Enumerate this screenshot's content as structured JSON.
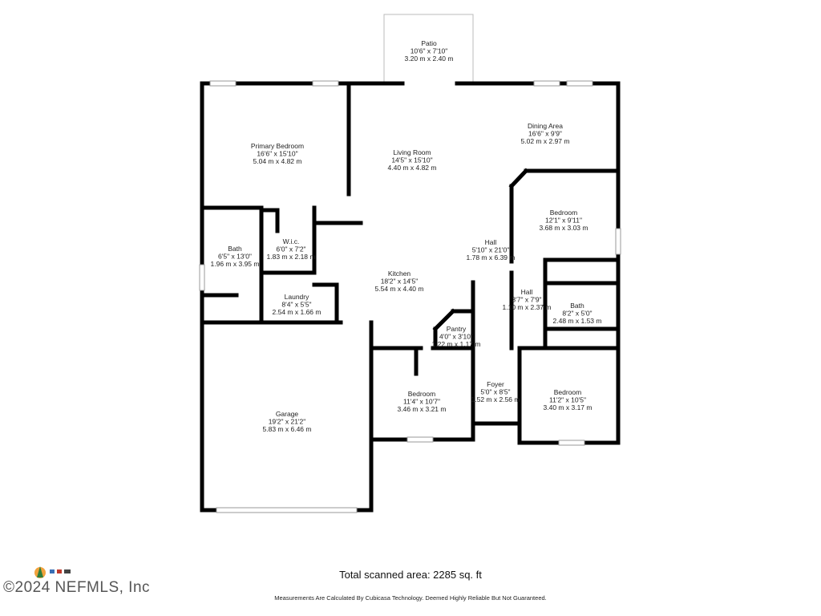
{
  "rooms": {
    "patio": {
      "name": "Patio",
      "imperial": "10'6\" x 7'10\"",
      "metric": "3.20 m x 2.40 m"
    },
    "primary_bedroom": {
      "name": "Primary Bedroom",
      "imperial": "16'6\" x 15'10\"",
      "metric": "5.04 m x 4.82 m"
    },
    "living_room": {
      "name": "Living Room",
      "imperial": "14'5\" x 15'10\"",
      "metric": "4.40 m x 4.82 m"
    },
    "dining_area": {
      "name": "Dining Area",
      "imperial": "16'6\" x 9'9\"",
      "metric": "5.02 m x 2.97 m"
    },
    "bedroom_ne": {
      "name": "Bedroom",
      "imperial": "12'1\" x 9'11\"",
      "metric": "3.68 m x 3.03 m"
    },
    "bath_primary": {
      "name": "Bath",
      "imperial": "6'5\" x 13'0\"",
      "metric": "1.96 m x 3.95 m"
    },
    "wic": {
      "name": "W.i.c.",
      "imperial": "6'0\" x 7'2\"",
      "metric": "1.83 m x 2.18 m"
    },
    "hall_main": {
      "name": "Hall",
      "imperial": "5'10\" x 21'0\"",
      "metric": "1.78 m x 6.39 m"
    },
    "kitchen": {
      "name": "Kitchen",
      "imperial": "18'2\" x 14'5\"",
      "metric": "5.54 m x 4.40 m"
    },
    "laundry": {
      "name": "Laundry",
      "imperial": "8'4\" x 5'5\"",
      "metric": "2.54 m x 1.66 m"
    },
    "hall_small": {
      "name": "Hall",
      "imperial": "3'7\" x 7'9\"",
      "metric": "1.10 m x 2.37 m"
    },
    "bath_2": {
      "name": "Bath",
      "imperial": "8'2\" x 5'0\"",
      "metric": "2.48 m x 1.53 m"
    },
    "pantry": {
      "name": "Pantry",
      "imperial": "4'0\" x 3'10\"",
      "metric": "1.22 m x 1.17 m"
    },
    "garage": {
      "name": "Garage",
      "imperial": "19'2\" x 21'2\"",
      "metric": "5.83 m x 6.46 m"
    },
    "bedroom_sw": {
      "name": "Bedroom",
      "imperial": "11'4\" x 10'7\"",
      "metric": "3.46 m x 3.21 m"
    },
    "foyer": {
      "name": "Foyer",
      "imperial": "5'0\" x 8'5\"",
      "metric": "1.52 m x 2.56 m"
    },
    "bedroom_se": {
      "name": "Bedroom",
      "imperial": "11'2\" x 10'5\"",
      "metric": "3.40 m x 3.17 m"
    }
  },
  "footer": {
    "total_area": "Total scanned area: 2285 sq. ft",
    "disclaimer": "Measurements Are Calculated By Cubicasa Technology. Deemed Highly Reliable But Not Guaranteed.",
    "copyright": "©2024 NEFMLS, Inc"
  },
  "colors": {
    "wall": "#000000",
    "background": "#ffffff",
    "window": "#cccccc"
  }
}
